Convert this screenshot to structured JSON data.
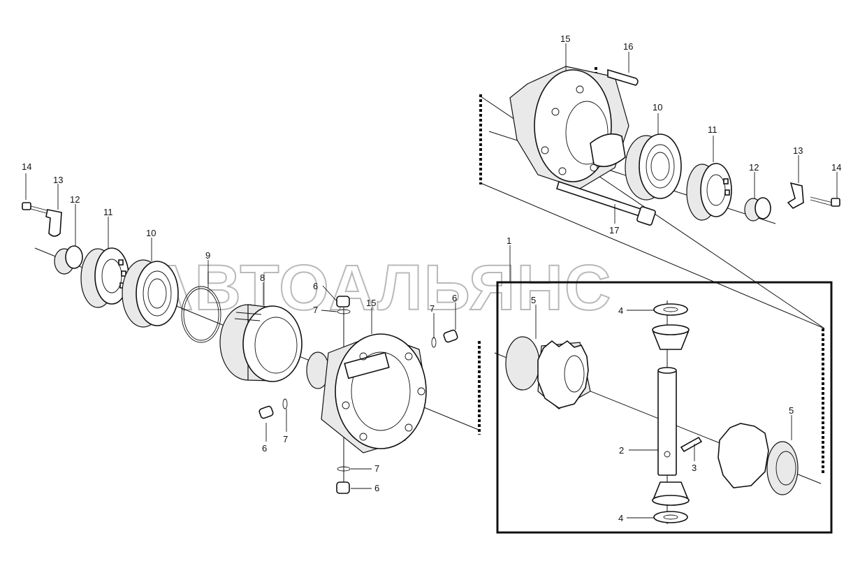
{
  "watermark": "АВТОАЛЬЯНС",
  "callouts": {
    "c1": "1",
    "c2": "2",
    "c3": "3",
    "c4a": "4",
    "c4b": "4",
    "c5a": "5",
    "c5b": "5",
    "c6a": "6",
    "c6b": "6",
    "c6c": "6",
    "c6d": "6",
    "c7a": "7",
    "c7b": "7",
    "c7c": "7",
    "c7d": "7",
    "c8": "8",
    "c9": "9",
    "c10a": "10",
    "c10b": "10",
    "c11a": "11",
    "c11b": "11",
    "c12a": "12",
    "c12b": "12",
    "c13a": "13",
    "c13b": "13",
    "c14a": "14",
    "c14b": "14",
    "c15a": "15",
    "c15b": "15",
    "c16": "16",
    "c17": "17"
  },
  "parts": {
    "p1": "differential-gear-set-frame",
    "p2": "spider-shaft",
    "p3": "roll-pin",
    "p4": "thrust-washer",
    "p5": "side-gear-with-washer",
    "p6": "plug",
    "p7": "o-ring",
    "p8": "bearing-housing",
    "p9": "snap-ring",
    "p10": "tapered-roller-bearing",
    "p11": "adjusting-nut",
    "p12": "bushing",
    "p13": "lock-plate",
    "p14": "bolt",
    "p15": "differential-case",
    "p16": "dowel-pin",
    "p17": "case-bolt"
  }
}
